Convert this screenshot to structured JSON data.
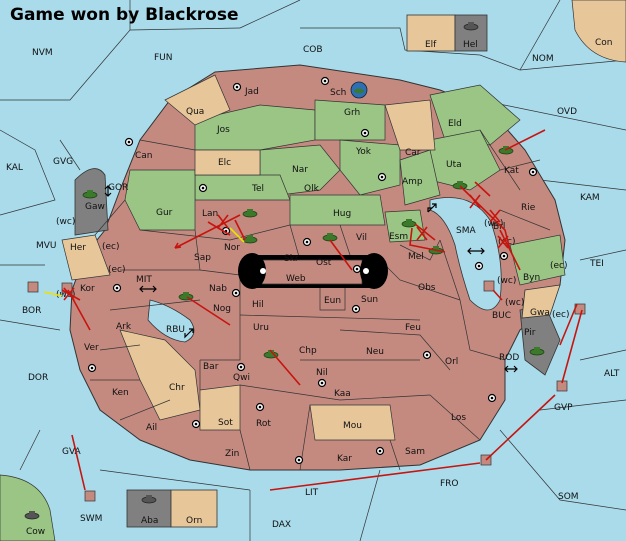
{
  "title": "Game won by Blackrose",
  "colors": {
    "sea": "#a9dbeb",
    "neutral_land": "#e7c79a",
    "power_red": "#c48a80",
    "power_green": "#9ac584",
    "dark": "#808080",
    "order": "#c8140f",
    "support": "#f0e000"
  },
  "seas": [
    "NVM",
    "FUN",
    "COB",
    "NOM",
    "Con",
    "KAL",
    "GVG",
    "OVD",
    "GOR",
    "KAM",
    "MVU",
    "SMA",
    "MIT",
    "TEI",
    "BOR",
    "RBU",
    "BUC",
    "DOR",
    "ROD",
    "ALT",
    "GVP",
    "GVA",
    "SWM",
    "FRO",
    "SOM",
    "LIT",
    "DAX",
    "Cow"
  ],
  "land": [
    "Jad",
    "Sch",
    "Qua",
    "Grh",
    "Jos",
    "Eld",
    "Can",
    "Yok",
    "Car",
    "Elc",
    "Nar",
    "Uta",
    "Kat",
    "Tel",
    "Olk",
    "Amp",
    "Gaw",
    "Gur",
    "Lan",
    "Hug",
    "Brl",
    "Rie",
    "Her",
    "Nor",
    "Vil",
    "Esm",
    "Sap",
    "Skr",
    "Ost",
    "Mel",
    "Web",
    "Byn",
    "Kor",
    "Nab",
    "Eun",
    "Sun",
    "Obs",
    "Hil",
    "Nog",
    "Gwa",
    "Ark",
    "Uru",
    "Feu",
    "Pir",
    "Ver",
    "Bar",
    "Chp",
    "Neu",
    "Qwi",
    "Nil",
    "Orl",
    "Chr",
    "Ken",
    "Kaa",
    "Sot",
    "Rot",
    "Los",
    "Ail",
    "Mou",
    "Zin",
    "Kar",
    "Sam",
    "Elf",
    "Hel",
    "Aba",
    "Orn"
  ],
  "coast_markers": [
    "(wc)",
    "(ec)",
    "(ec)",
    "(wc)",
    "(wc)",
    "(ec)",
    "(wc)",
    "(ec)",
    "(wc)",
    "(ec)"
  ],
  "units": {
    "fleets": [
      "Gaw",
      "Lan",
      "Nor",
      "Vil",
      "Esm",
      "Mel",
      "Uta",
      "Kat",
      "Nab",
      "Chp",
      "Pir",
      "Hel",
      "Aba",
      "Cow"
    ],
    "armies": [
      "Sch"
    ]
  }
}
